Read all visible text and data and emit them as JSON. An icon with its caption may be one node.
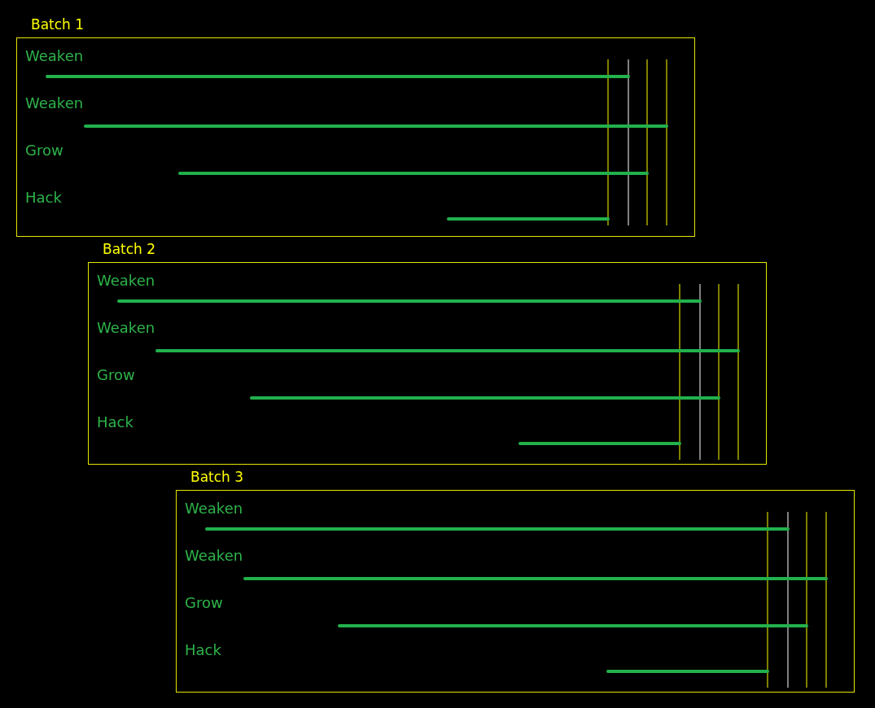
{
  "diagram": {
    "nodes": [
      {
        "text": [
          "Batch 1",
          "Weaken",
          "Weaken",
          "Grow",
          "Hack"
        ]
      },
      {
        "text": [
          "Batch 2",
          "Weaken",
          "Weaken",
          "Grow",
          "Hack"
        ]
      },
      {
        "text": [
          "Batch 3",
          "Weaken",
          "Weaken",
          "Grow",
          "Hack"
        ]
      }
    ],
    "edges": []
  }
}
